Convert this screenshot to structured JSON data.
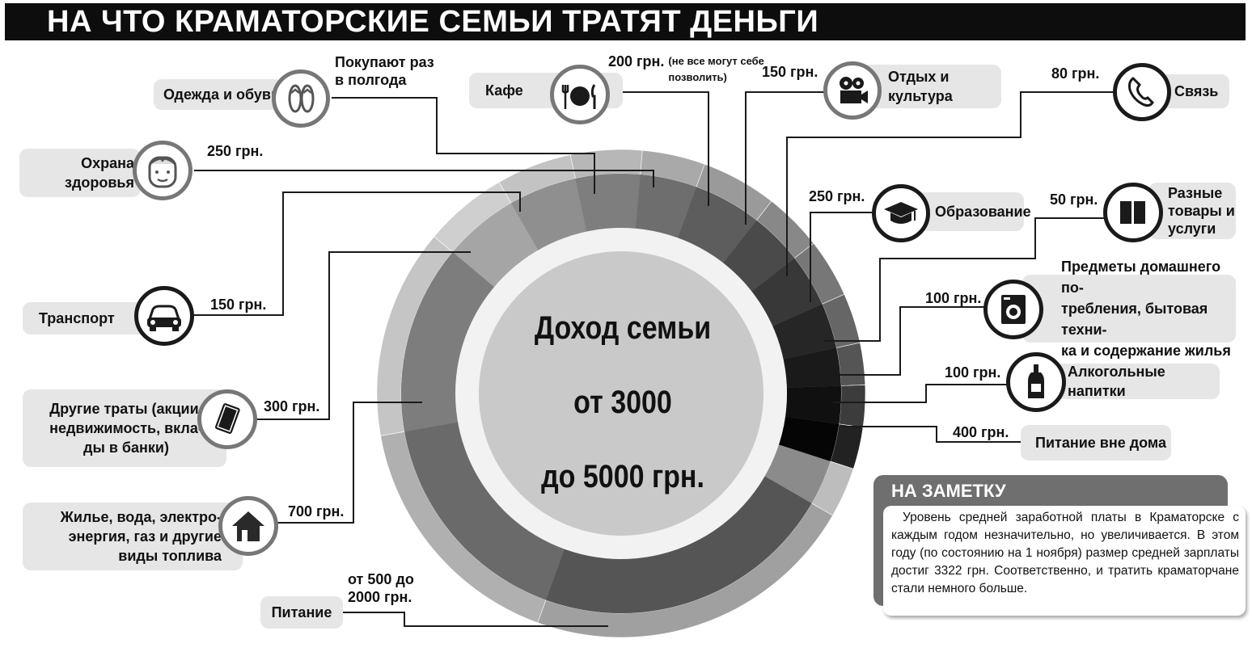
{
  "title": "НА ЧТО КРАМАТОРСКИЕ СЕМЬИ ТРАТЯТ ДЕНЬГИ",
  "center": {
    "line1": "Доход семьи",
    "line2": "от 3000",
    "line3": "до 5000 грн."
  },
  "categories": [
    {
      "key": "clothes",
      "label": "Одежда и обувь",
      "amount": "Покупают раз в полгода",
      "icon": "flip-flops-icon"
    },
    {
      "key": "health",
      "label": "Охрана здоровья",
      "amount": "250 грн.",
      "icon": "nurse-icon"
    },
    {
      "key": "transport",
      "label": "Транспорт",
      "amount": "150 грн.",
      "icon": "car-icon"
    },
    {
      "key": "other",
      "label": "Другие траты (акции, недвижимость, вклады в банки)",
      "amount": "300 грн.",
      "icon": "bank-card-icon"
    },
    {
      "key": "housing",
      "label": "Жилье, вода, электроэнергия, газ и другие виды топлива",
      "amount": "700 грн.",
      "icon": "house-icon"
    },
    {
      "key": "food",
      "label": "Питание",
      "amount": "от 500 до 2000 грн.",
      "icon": ""
    },
    {
      "key": "cafe",
      "label": "Кафе",
      "amount": "200 грн.",
      "amount_note": "(не все могут себе позволить)",
      "icon": "plate-cutlery-icon"
    },
    {
      "key": "leisure",
      "label": "Отдых и культура",
      "amount": "150 грн.",
      "icon": "movie-camera-icon"
    },
    {
      "key": "phone",
      "label": "Связь",
      "amount": "80 грн.",
      "icon": "phone-icon"
    },
    {
      "key": "education",
      "label": "Образование",
      "amount": "250 грн.",
      "icon": "graduation-cap-icon"
    },
    {
      "key": "misc",
      "label": "Разные товары и услуги",
      "amount": "50 грн.",
      "icon": "boxes-icon"
    },
    {
      "key": "household",
      "label": "Предметы домашнего потребления, бытовая техника и содержание жилья",
      "amount": "100 грн.",
      "icon": "washing-machine-icon"
    },
    {
      "key": "alcohol",
      "label": "Алкогольные напитки",
      "amount": "100 грн.",
      "icon": "bottle-icon"
    },
    {
      "key": "eatout",
      "label": "Питание вне дома",
      "amount": "400 грн.",
      "icon": ""
    }
  ],
  "labels": {
    "clothes": "Одежда и обувь",
    "clothes_amount_1": "Покупают раз",
    "clothes_amount_2": "в полгода",
    "health_1": "Охрана",
    "health_2": "здоровья",
    "other_1": "Другие траты (акции,",
    "other_2": "недвижимость, вкла-",
    "other_3": "ды в банки)",
    "housing_1": "Жилье, вода, электро-",
    "housing_2": "энергия, газ и другие",
    "housing_3": "виды топлива",
    "food_amount_1": "от 500 до",
    "food_amount_2": "2000 грн.",
    "misc_1": "Разные",
    "misc_2": "товары и",
    "misc_3": "услуги",
    "household_1": "Предметы домашнего по-",
    "household_2": "требления, бытовая техни-",
    "household_3": "ка и содержание жилья"
  },
  "note": {
    "heading": "НА ЗАМЕТКУ",
    "text": "Уровень средней заработной платы в Краматорске с каждым годом незначительно, но увеличивается. В этом году (по состоянию на 1 ноября) размер средней зарплаты достиг 3322 грн. Соответственно, и тратить краматорчане стали немного больше."
  },
  "colors": {
    "title_bg": "#0d0d0d",
    "label_bg": "#e6e6e6",
    "center_disc": "#c9c9c9",
    "note_head_bg": "#6f6f6f"
  }
}
